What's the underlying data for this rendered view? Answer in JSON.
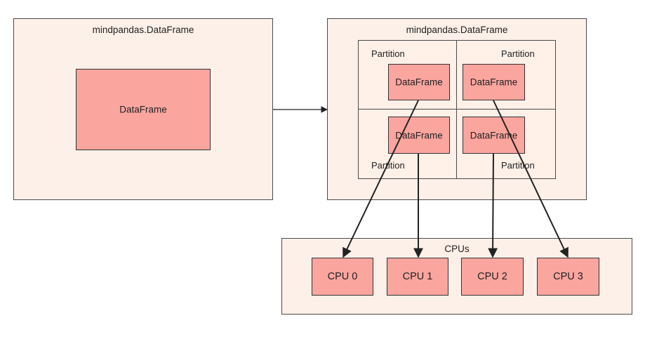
{
  "left_container": {
    "title": "mindpandas.DataFrame",
    "inner_label": "DataFrame"
  },
  "right_container": {
    "title": "mindpandas.DataFrame",
    "partitions": [
      {
        "label": "Partition",
        "dataframe_label": "DataFrame"
      },
      {
        "label": "Partition",
        "dataframe_label": "DataFrame"
      },
      {
        "label": "Partition",
        "dataframe_label": "DataFrame"
      },
      {
        "label": "Partition",
        "dataframe_label": "DataFrame"
      }
    ]
  },
  "cpus_container": {
    "title": "CPUs",
    "cpus": [
      {
        "label": "CPU 0"
      },
      {
        "label": "CPU 1"
      },
      {
        "label": "CPU 2"
      },
      {
        "label": "CPU 3"
      }
    ]
  },
  "colors": {
    "panel_fill": "#fdf0e8",
    "node_fill": "#fba59f",
    "stroke": "#222222"
  }
}
